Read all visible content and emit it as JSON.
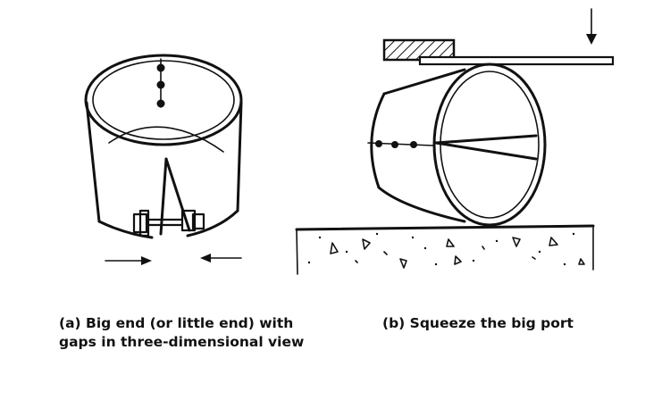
{
  "captions": {
    "a_line1": "(a) Big end (or little end) with",
    "a_line2": "gaps in three-dimensional view",
    "b": "(b) Squeeze the big port"
  },
  "colors": {
    "ink": "#111111",
    "background": "#ffffff"
  }
}
